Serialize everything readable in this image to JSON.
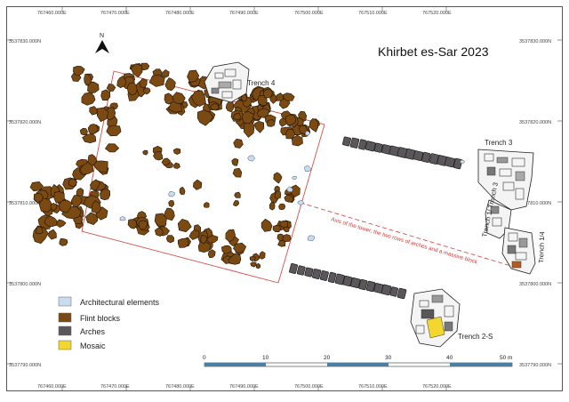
{
  "title": "Khirbet es-Sar 2023",
  "north_label": "N",
  "grid": {
    "eastings": [
      "767460.000E",
      "767470.000E",
      "767480.000E",
      "767490.000E",
      "767500.000E",
      "767510.000E",
      "767520.000E"
    ],
    "northings": [
      "3537830.000N",
      "3537820.000N",
      "3537810.000N",
      "3537800.000N",
      "3537790.000N"
    ]
  },
  "labels": {
    "trench4": "Trench 4",
    "trench3": "Trench 3",
    "trench1_3": "Trench 1/ Trench 3",
    "trench1_4": "Trench 1/4",
    "trench2s": "Trench 2-S",
    "axis_note": "Axis of the tower, the two rows of arches and a massive block"
  },
  "legend": [
    {
      "label": "Architectural elements",
      "color": "#c9dcef"
    },
    {
      "label": "Flint blocks",
      "color": "#7a4a12"
    },
    {
      "label": "Arches",
      "color": "#5a565a"
    },
    {
      "label": "Mosaic",
      "color": "#f3d62e"
    }
  ],
  "scale": {
    "ticks": [
      "0",
      "10",
      "20",
      "30",
      "40",
      "50 m"
    ],
    "fill_color": "#4b7fa6"
  },
  "colors": {
    "flint": "#7a4a12",
    "arch": "#5a565a",
    "arch_element": "#c9dcef",
    "mosaic": "#f3d62e",
    "outline": "#d84a4a",
    "axis": "#d23a3a"
  }
}
